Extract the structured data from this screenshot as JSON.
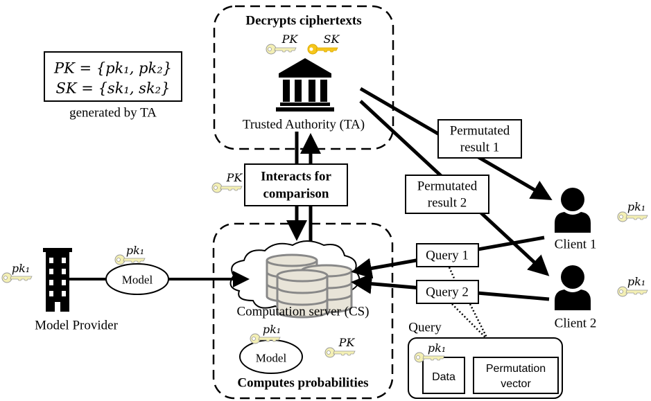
{
  "ta": {
    "title": "Decrypts ciphertexts",
    "label": "Trusted Authority (TA)",
    "pk_label": "PK",
    "sk_label": "SK"
  },
  "keys_box": {
    "pk_line": "PK = {pk₁, pk₂}",
    "sk_line": "SK = {sk₁, sk₂}",
    "caption": "generated by TA"
  },
  "interaction": {
    "line1": "Interacts for",
    "line2": "comparison",
    "pk_label": "PK"
  },
  "cs": {
    "label": "Computation server (CS)",
    "model": "Model",
    "model_key": "pk₁",
    "pk_label": "PK",
    "footer": "Computes probabilities"
  },
  "provider": {
    "label": "Model Provider",
    "key": "pk₁",
    "model": "Model",
    "model_key": "pk₁"
  },
  "clients": [
    {
      "label": "Client 1",
      "key": "pk₁"
    },
    {
      "label": "Client 2",
      "key": "pk₁"
    }
  ],
  "results": [
    {
      "line1": "Permutated",
      "line2": "result 1"
    },
    {
      "line1": "Permutated",
      "line2": "result 2"
    }
  ],
  "queries": [
    "Query 1",
    "Query 2"
  ],
  "query_detail": {
    "title": "Query",
    "key": "pk₁",
    "data": "Data",
    "perm1": "Permutation",
    "perm2": "vector"
  },
  "colors": {
    "public_key": "#f4f0b4",
    "secret_key": "#f6c61c",
    "db": "#e8e4d8"
  }
}
